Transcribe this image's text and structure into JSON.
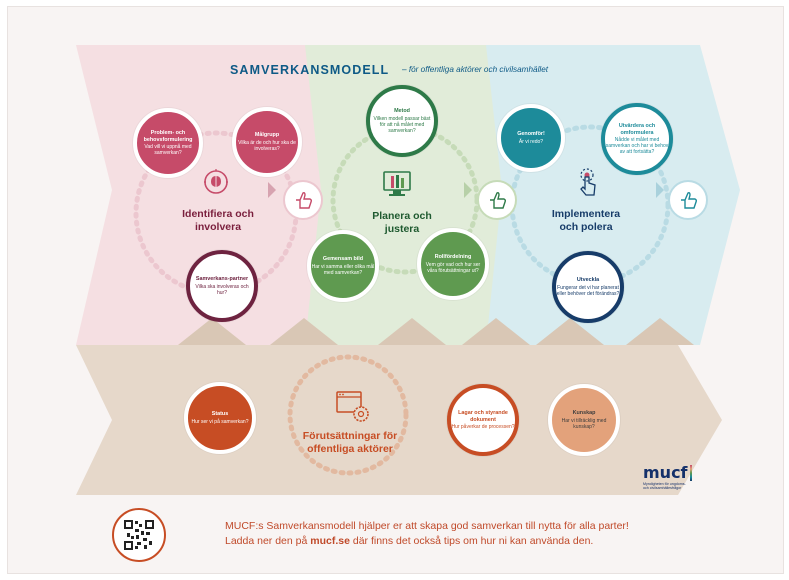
{
  "title": "SAMVERKANSMODELL",
  "subtitle": "– för offentliga aktörer och civilsamhället",
  "phases": [
    {
      "id": "identifiera",
      "label": "Identifiera och involvera",
      "bg": "#f5dfe2"
    },
    {
      "id": "planera",
      "label": "Planera och justera",
      "bg": "#e1ecd9"
    },
    {
      "id": "implementera",
      "label": "Implementera och polera",
      "bg": "#d8ecf0"
    }
  ],
  "foundation": {
    "label": "Förutsättningar för offentliga aktörer",
    "bg": "#e6d8ca"
  },
  "circles": {
    "problem": {
      "title": "Problem- och behovsformulering",
      "text": "Vad vill vi uppnå med samverkan?"
    },
    "malgrupp": {
      "title": "Målgrupp",
      "text": "Vilka är de och hur ska de involveras?"
    },
    "partner": {
      "title": "Samverkans-partner",
      "text": "Vilka ska involveras och hur?"
    },
    "metod": {
      "title": "Metod",
      "text": "Vilken modell passar bäst för att nå målet med samverkan?"
    },
    "gemensam": {
      "title": "Gemensam bild",
      "text": "Har vi samma eller olika mål med samverkan?"
    },
    "roll": {
      "title": "Rollfördelning",
      "text": "Vem gör vad och hur ser våra förutsättningar ut?"
    },
    "genomfor": {
      "title": "Genomför!",
      "text": "Är vi redo?"
    },
    "utvardera": {
      "title": "Utvärdera och omformulera",
      "text": "Nådde vi målet med samverkan och har vi behov av att fortsätta?"
    },
    "utveckla": {
      "title": "Utveckla",
      "text": "Fungerar det vi har planerat eller behöver det förändras?"
    },
    "status": {
      "title": "Status",
      "text": "Hur ser vi på samverkan?"
    },
    "lagar": {
      "title": "Lagar och styrande dokument",
      "text": "Hur påverkar de processen?"
    },
    "kunskap": {
      "title": "Kunskap",
      "text": "Har vi tillräcklig med kunskap?"
    }
  },
  "colors": {
    "pink": "#c64b69",
    "green": "#2e7a48",
    "teal": "#1d8b9a",
    "navy": "#173c69",
    "orange": "#c74d24",
    "sand": "#e3a27b",
    "lightgreen": "#5f9a50",
    "maroon": "#6e2340"
  },
  "footer": {
    "line1": "MUCF:s Samverkansmodell hjälper er att skapa god samverkan till nytta för alla parter!",
    "line2_pre": "Ladda ner den på ",
    "line2_link": "mucf.se",
    "line2_post": " där finns det också tips om hur ni kan använda den."
  },
  "logo": {
    "word": "mucf",
    "sub1": "Myndigheten för ungdoms-",
    "sub2": "och civilsamhällesfrågor"
  },
  "icons": [
    "brain-icon",
    "computer-tools-icon",
    "hand-touch-icon",
    "gear-document-icon",
    "thumbs-up-icon",
    "qr-code-icon"
  ]
}
